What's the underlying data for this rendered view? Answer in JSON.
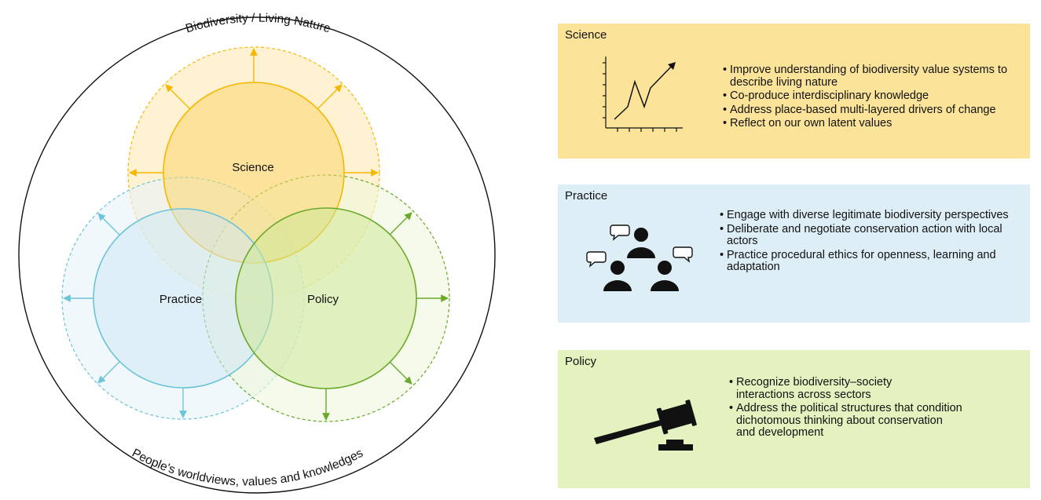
{
  "colors": {
    "science": "#f5b800",
    "science_fill": "#f9d66b",
    "science_ring": "#fdedc0",
    "practice": "#6cc4d8",
    "practice_fill": "#cfe8f3",
    "practice_ring": "#e7f4fa",
    "policy": "#6aa92a",
    "policy_fill": "#cfe89a",
    "policy_ring": "#eef6dc",
    "science_panel": "#fbe49a",
    "practice_panel": "#deeef7",
    "policy_panel": "#e4f2c0"
  },
  "diagram": {
    "outer_label_top": "Biodiversity / Living Nature",
    "outer_label_bottom": "People's worldviews, values and knowledges",
    "science_label": "Science",
    "practice_label": "Practice",
    "policy_label": "Policy"
  },
  "panels": {
    "science": {
      "title": "Science",
      "icon": "line-chart-icon",
      "bullets": [
        "Improve understanding of biodiversity value systems to describe living nature",
        "Co-produce interdisciplinary knowledge",
        "Address place-based multi-layered drivers of change",
        "Reflect on our own latent values"
      ]
    },
    "practice": {
      "title": "Practice",
      "icon": "people-discussion-icon",
      "bullets": [
        "Engage with diverse legitimate biodiversity perspectives",
        "Deliberate and negotiate conservation action with local actors",
        "Practice procedural ethics for openness, learning and adaptation"
      ]
    },
    "policy": {
      "title": "Policy",
      "icon": "gavel-icon",
      "bullets": [
        "Recognize biodiversity–society interactions across sectors",
        "Address the political structures that condition dichotomous thinking about conservation and development"
      ]
    }
  }
}
